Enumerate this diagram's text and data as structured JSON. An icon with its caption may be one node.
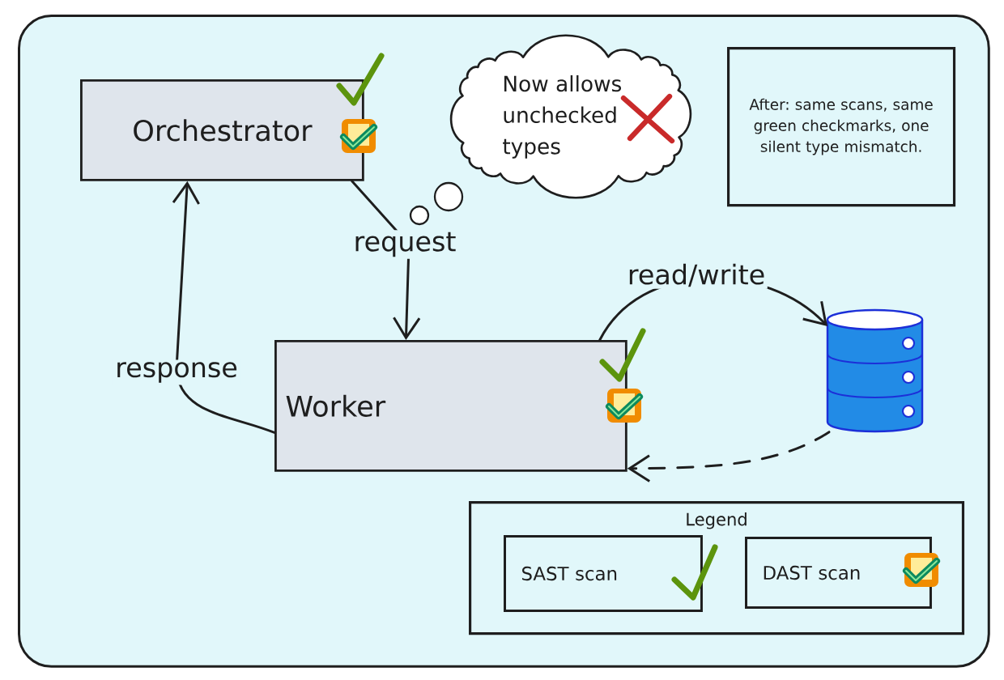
{
  "diagram": {
    "nodes": [
      {
        "text": [],
        "shape": "box"
      },
      {
        "text": [
          "Orchestrator"
        ],
        "in": 0
      },
      {
        "text": [
          "Now allows unchecked types"
        ],
        "in": 0
      },
      {
        "text": [
          "After: same scans, same green checkmarks, one silent type mismatch."
        ],
        "in": 0
      },
      {
        "text": [
          "Worker"
        ],
        "in": 0
      },
      {
        "text": [],
        "shape": "cylinder",
        "in": 0
      },
      {
        "text": [
          "Legend"
        ],
        "in": 0
      }
    ],
    "edges": [
      {
        "from": 1,
        "to": 4,
        "arrow": "to",
        "label": "request"
      },
      {
        "from": 4,
        "to": 1,
        "arrow": "to",
        "label": "response"
      },
      {
        "from": 4,
        "to": 5,
        "arrow": "to",
        "label": "read/write"
      },
      {
        "from": 5,
        "to": 4,
        "arrow": "to",
        "style": "dashed"
      }
    ],
    "legend": [
      {
        "text": "SAST scan"
      },
      {
        "text": "DAST scan"
      }
    ]
  }
}
